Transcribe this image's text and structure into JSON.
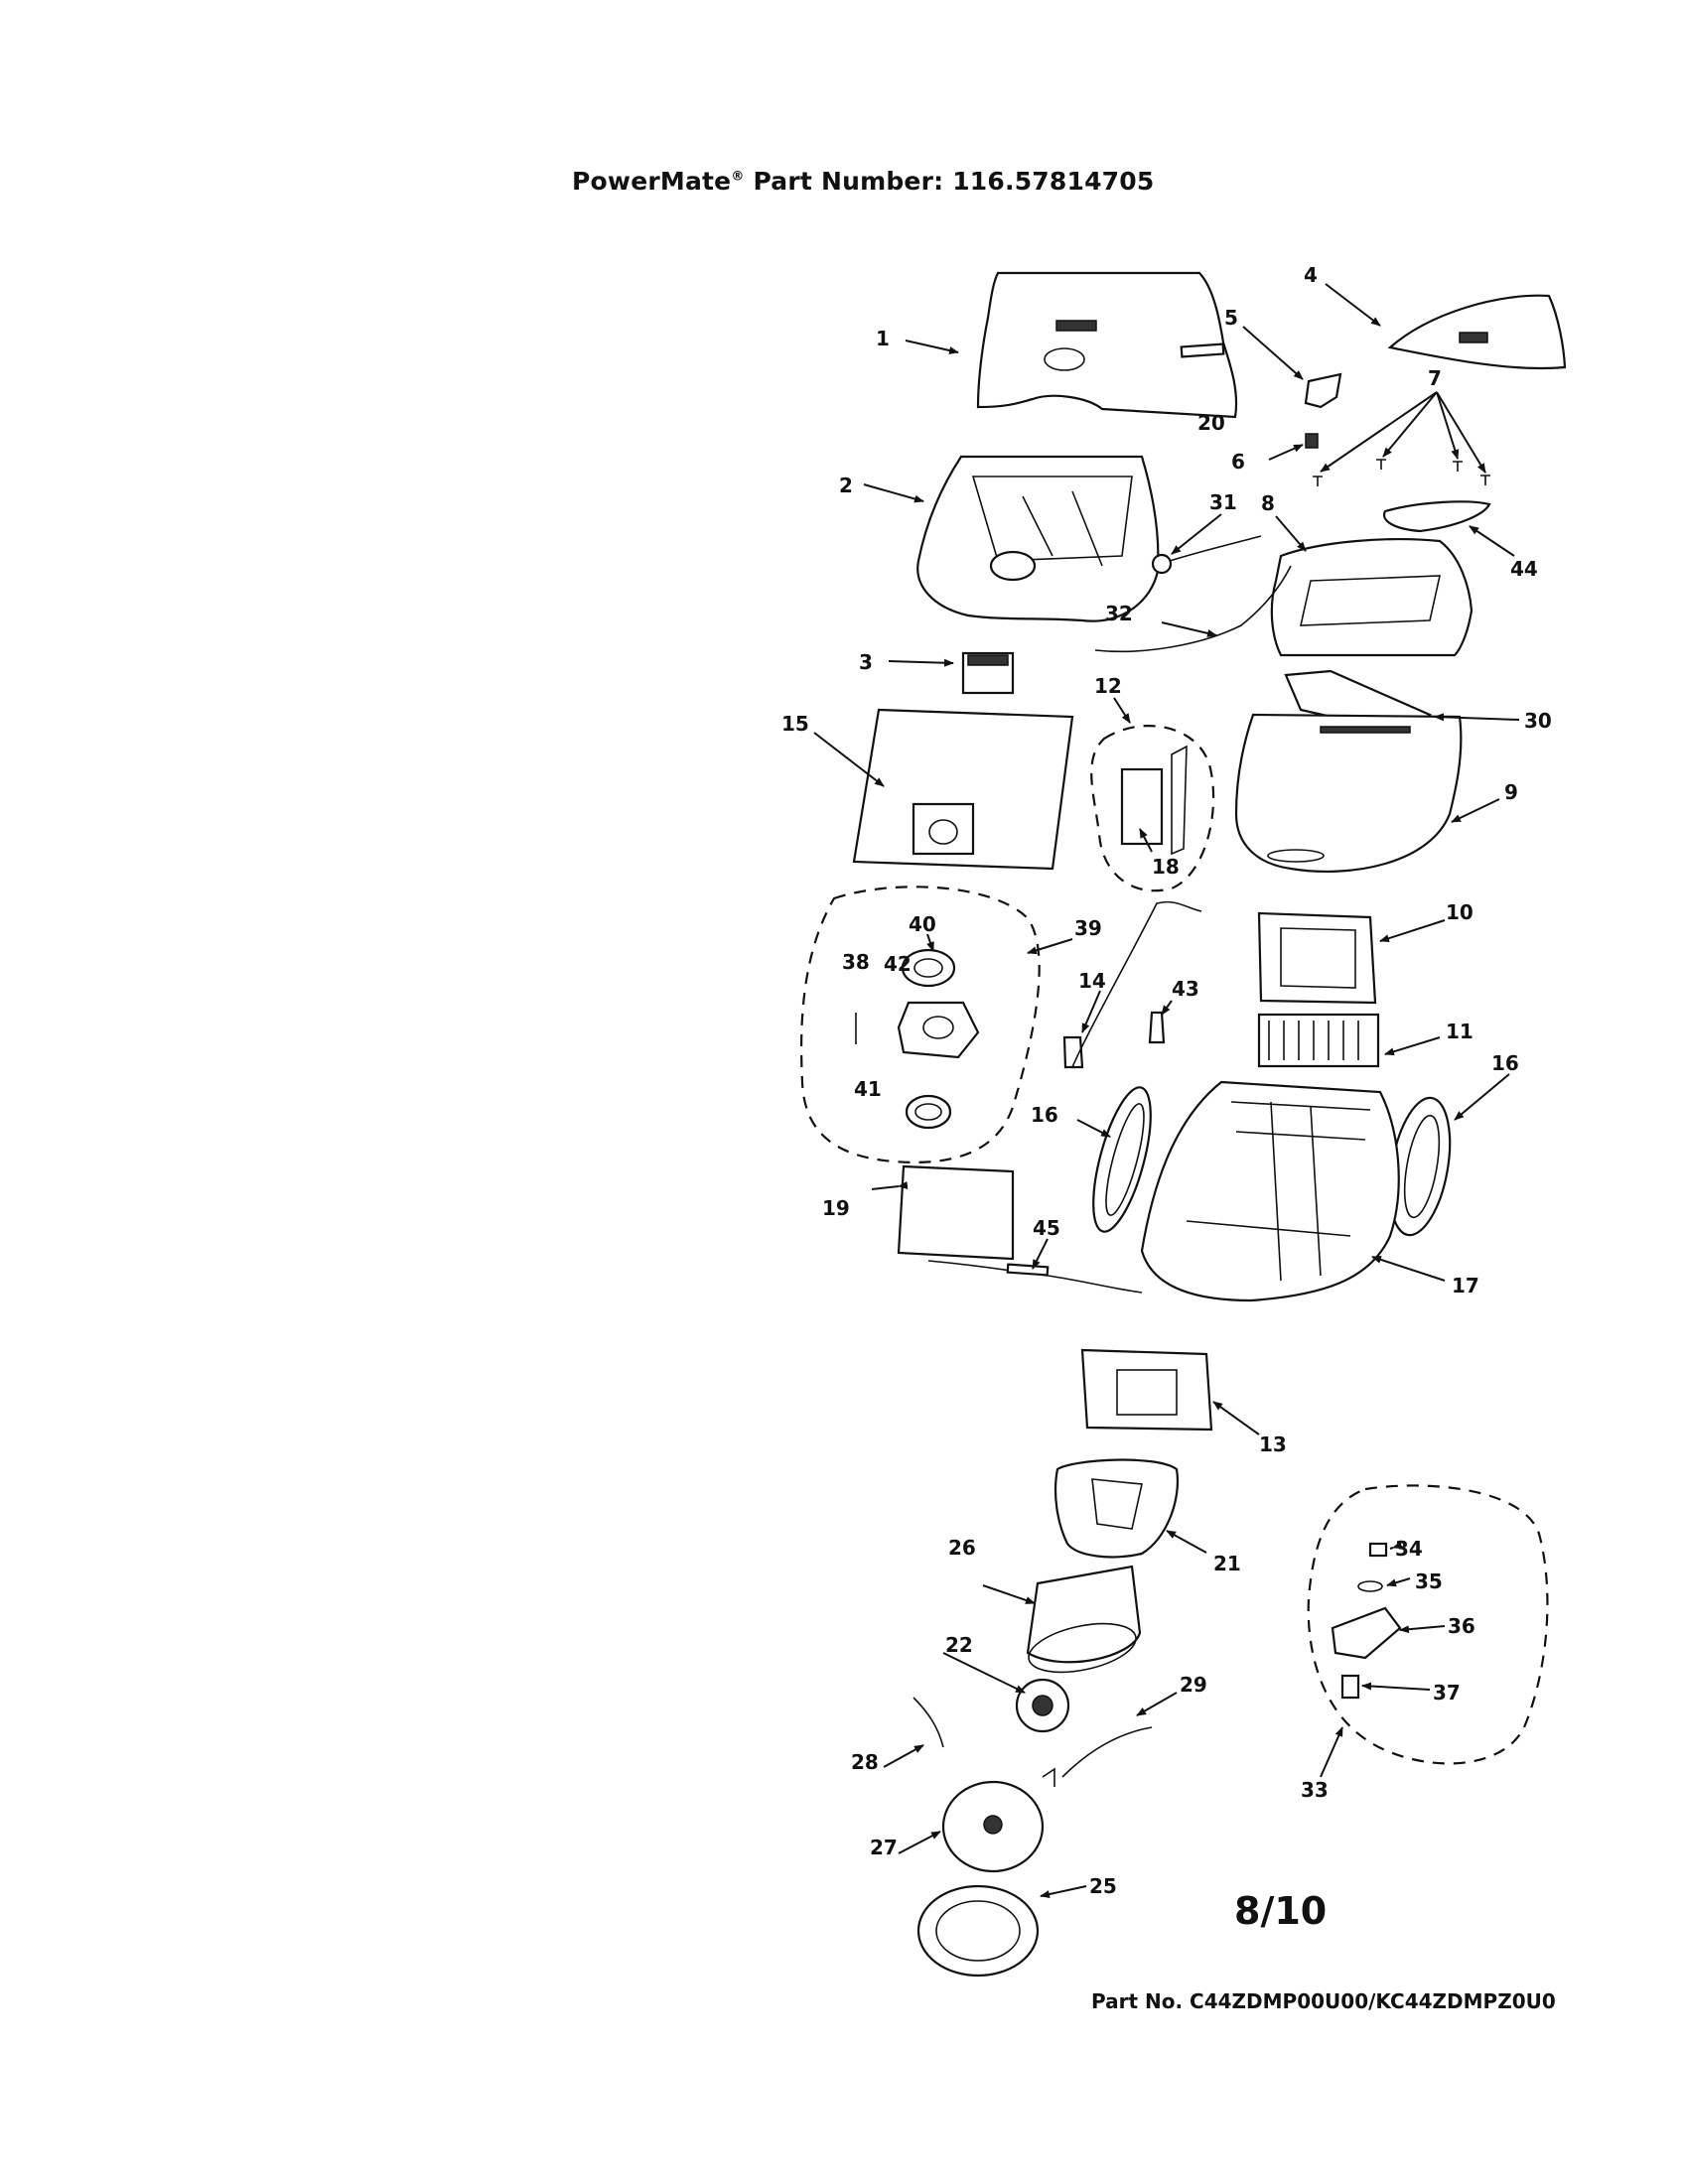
{
  "header": {
    "brand": "PowerMate",
    "reg_mark": "®",
    "part_number_text": " Part Number: 116.57814705"
  },
  "page_indicator": "8/10",
  "footer": {
    "part_no": "Part No. C44ZDMP00U00/KC44ZDMPZ0U0"
  },
  "callouts": [
    "1",
    "2",
    "3",
    "4",
    "5",
    "6",
    "7",
    "8",
    "9",
    "10",
    "11",
    "12",
    "13",
    "14",
    "15",
    "16",
    "16",
    "17",
    "18",
    "19",
    "20",
    "21",
    "22",
    "25",
    "26",
    "27",
    "28",
    "29",
    "30",
    "31",
    "32",
    "33",
    "34",
    "35",
    "36",
    "37",
    "38",
    "39",
    "40",
    "41",
    "42",
    "43",
    "44",
    "45"
  ]
}
